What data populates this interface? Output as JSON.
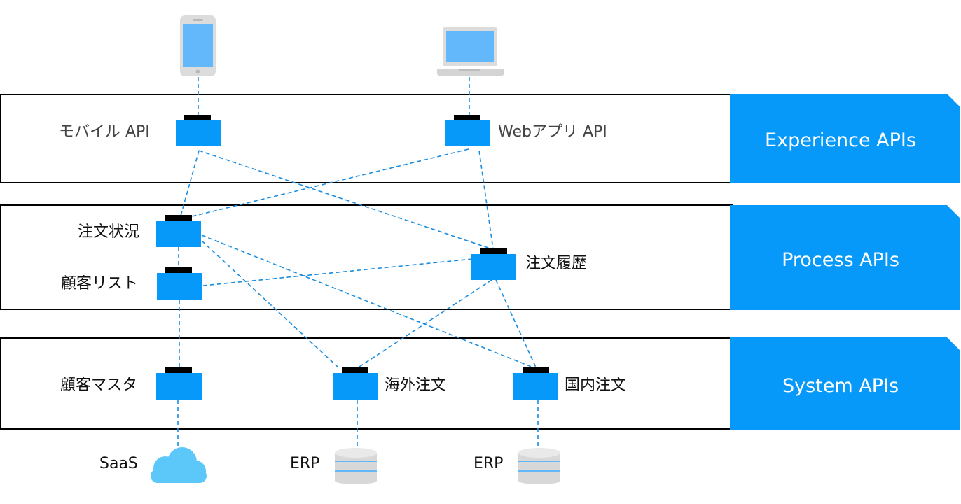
{
  "tiers": [
    {
      "id": "experience",
      "title": "Experience APIs"
    },
    {
      "id": "process",
      "title": "Process APIs"
    },
    {
      "id": "system",
      "title": "System APIs"
    }
  ],
  "nodes": {
    "mobile_api": "モバイル API",
    "web_app_api": "Webアプリ API",
    "order_status": "注文状況",
    "customer_list": "顧客リスト",
    "order_history": "注文履歴",
    "customer_master": "顧客マスタ",
    "overseas_orders": "海外注文",
    "domestic_orders": "国内注文"
  },
  "backends": {
    "saas": "SaaS",
    "erp_1": "ERP",
    "erp_2": "ERP"
  },
  "devices": [
    "smartphone-icon",
    "laptop-icon"
  ],
  "colors": {
    "accent": "#0699f9",
    "connector": "#1a8de0",
    "tier_border": "#000000",
    "device_screen": "#63b8fb",
    "cloud": "#5cc8fa"
  },
  "connections": [
    [
      "smartphone",
      "mobile_api"
    ],
    [
      "laptop",
      "web_app_api"
    ],
    [
      "mobile_api",
      "order_status"
    ],
    [
      "mobile_api",
      "order_history"
    ],
    [
      "web_app_api",
      "order_status"
    ],
    [
      "web_app_api",
      "order_history"
    ],
    [
      "order_status",
      "customer_list"
    ],
    [
      "order_status",
      "overseas_orders"
    ],
    [
      "order_status",
      "domestic_orders"
    ],
    [
      "customer_list",
      "order_history"
    ],
    [
      "customer_list",
      "customer_master"
    ],
    [
      "order_history",
      "overseas_orders"
    ],
    [
      "order_history",
      "domestic_orders"
    ],
    [
      "customer_master",
      "saas"
    ],
    [
      "overseas_orders",
      "erp_1"
    ],
    [
      "domestic_orders",
      "erp_2"
    ]
  ]
}
